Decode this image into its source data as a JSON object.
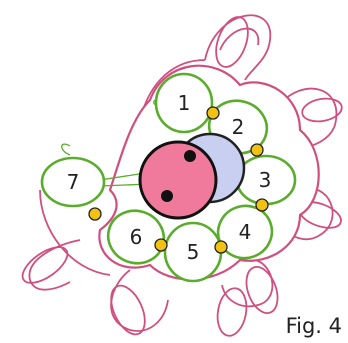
{
  "figure": {
    "caption": "Fig. 4",
    "rings": [
      {
        "label": "1"
      },
      {
        "label": "2"
      },
      {
        "label": "3"
      },
      {
        "label": "4"
      },
      {
        "label": "5"
      },
      {
        "label": "6"
      },
      {
        "label": "7"
      }
    ]
  },
  "colors": {
    "ring_stroke": "#5aac2c",
    "petal_stroke": "#d14f7f",
    "picot_dot": "#f2c212",
    "bead_pink": "#f07a9c",
    "bead_lavender": "#c9cff0"
  }
}
